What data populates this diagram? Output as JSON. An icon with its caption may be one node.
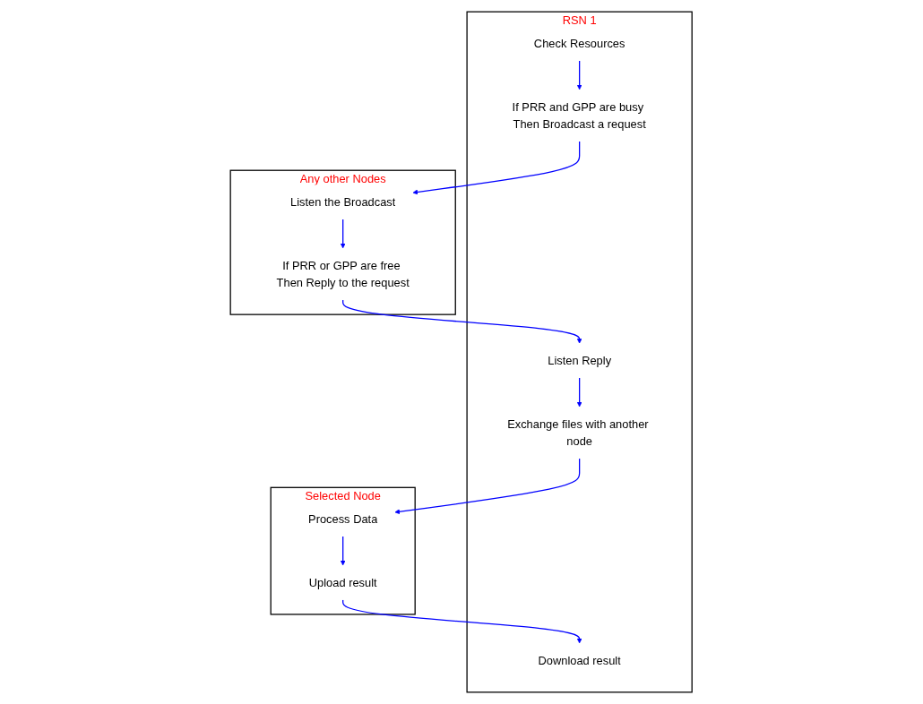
{
  "diagram": {
    "nodes": [
      {
        "text": [
          "RSN 1"
        ]
      },
      {
        "text": [
          "Check Resources"
        ],
        "in": 0
      },
      {
        "text": [
          "If PRR and GPP are busy Then Broadcast a request"
        ],
        "in": 0
      },
      {
        "text": [
          "Listen Reply"
        ],
        "in": 0
      },
      {
        "text": [
          "Exchange files with another node"
        ],
        "in": 0
      },
      {
        "text": [
          "Download result"
        ],
        "in": 0
      },
      {
        "text": [
          "Any other Nodes"
        ]
      },
      {
        "text": [
          "Listen the Broadcast"
        ],
        "in": 6
      },
      {
        "text": [
          "If PRR or GPP are free Then Reply to the request"
        ],
        "in": 6
      },
      {
        "text": [
          "Selected Node"
        ]
      },
      {
        "text": [
          "Process Data"
        ],
        "in": 9
      },
      {
        "text": [
          "Upload result"
        ],
        "in": 9
      }
    ],
    "edges": [
      {
        "from": 1,
        "to": 2,
        "arrow": "to"
      },
      {
        "from": 2,
        "to": 7,
        "arrow": "to"
      },
      {
        "from": 7,
        "to": 8,
        "arrow": "to"
      },
      {
        "from": 8,
        "to": 3,
        "arrow": "to"
      },
      {
        "from": 3,
        "to": 4,
        "arrow": "to"
      },
      {
        "from": 4,
        "to": 10,
        "arrow": "to"
      },
      {
        "from": 10,
        "to": 11,
        "arrow": "to"
      },
      {
        "from": 11,
        "to": 5,
        "arrow": "to"
      }
    ]
  }
}
